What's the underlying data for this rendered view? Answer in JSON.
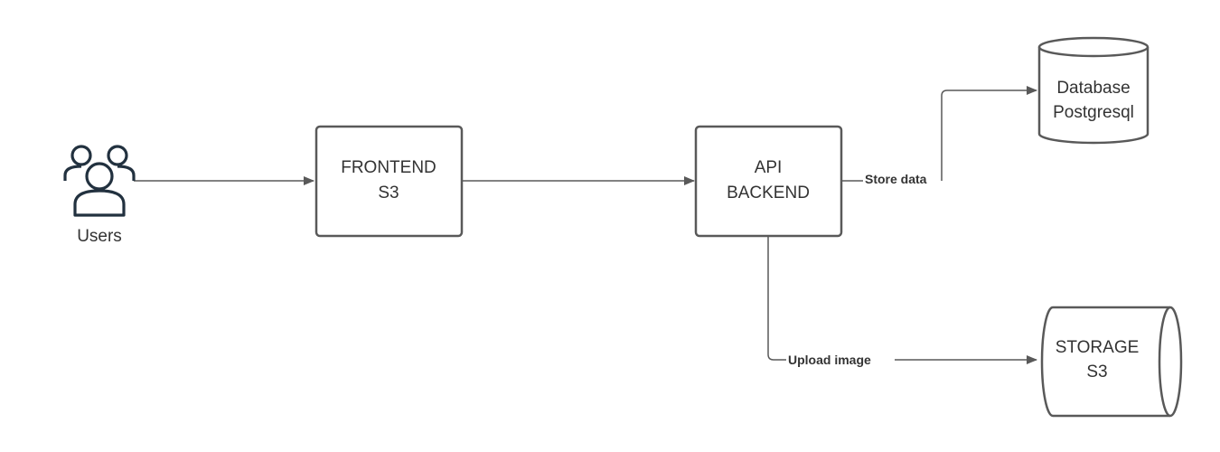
{
  "diagram": {
    "colors": {
      "stroke": "#595959",
      "icon": "#22313f",
      "text": "#333333",
      "background": "#ffffff"
    },
    "nodes": {
      "users": {
        "label": "Users",
        "icon": "users-icon"
      },
      "frontend": {
        "line1": "FRONTEND",
        "line2": "S3"
      },
      "api": {
        "line1": "API",
        "line2": "BACKEND"
      },
      "database": {
        "line1": "Database",
        "line2": "Postgresql"
      },
      "storage": {
        "line1": "STORAGE",
        "line2": "S3"
      }
    },
    "edges": {
      "users_to_frontend": {
        "from": "Users",
        "to": "FRONTEND S3"
      },
      "frontend_to_api": {
        "from": "FRONTEND S3",
        "to": "API BACKEND"
      },
      "api_to_database": {
        "label": "Store data"
      },
      "api_to_storage": {
        "label": "Upload image"
      }
    }
  }
}
